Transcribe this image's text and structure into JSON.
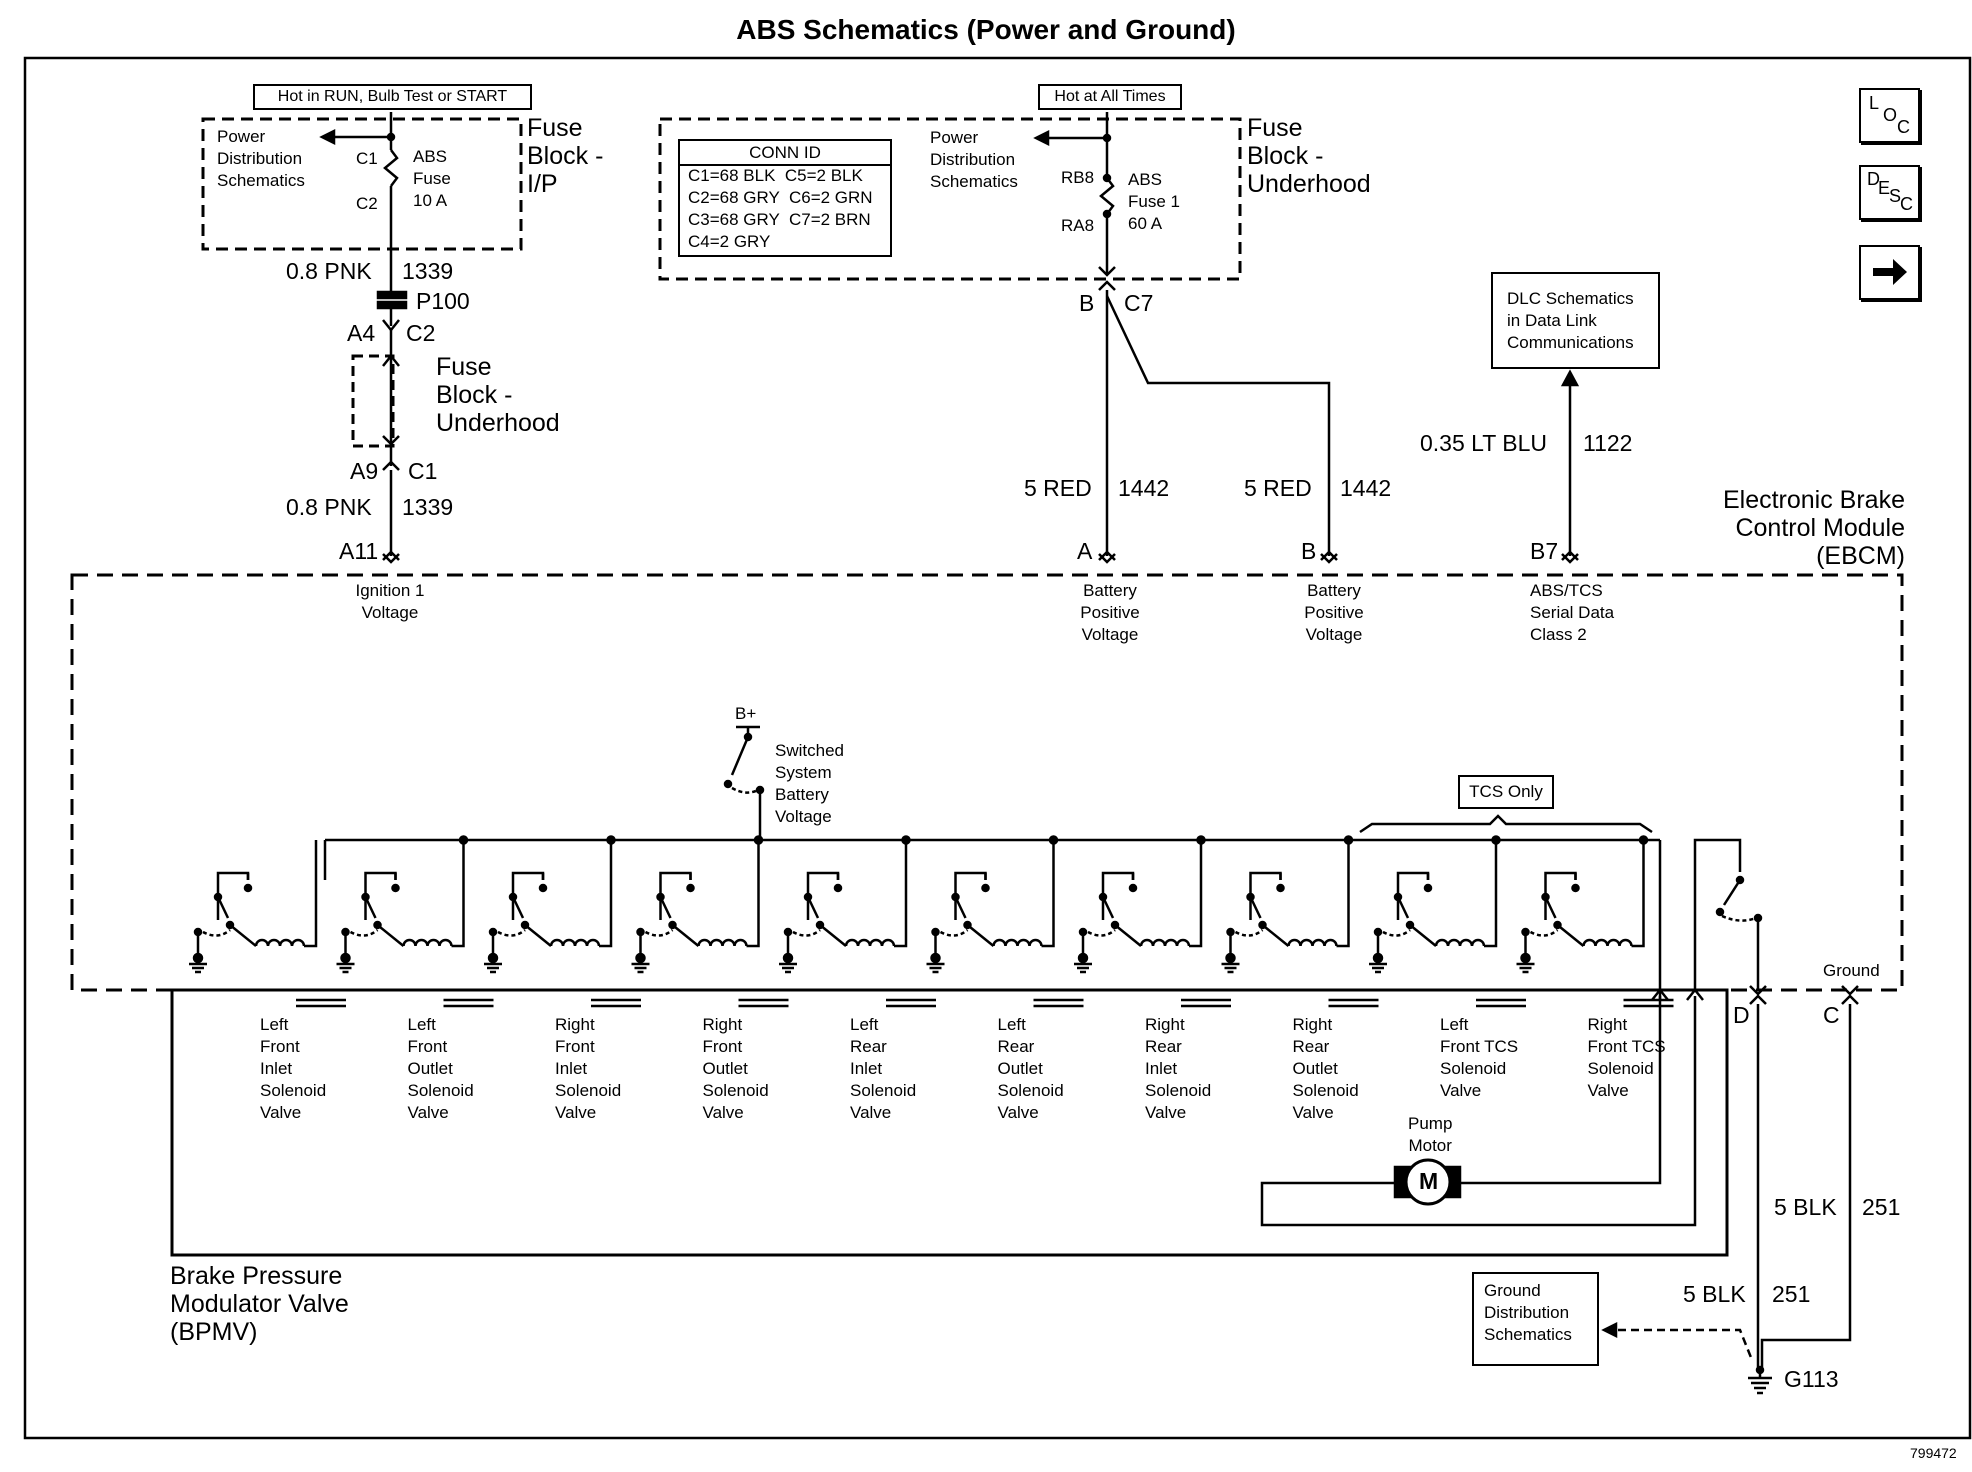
{
  "title": "ABS Schematics (Power and Ground)",
  "figure_id": "799472",
  "nav": {
    "loc": [
      "L",
      "O",
      "C"
    ],
    "desc": [
      "D",
      "E",
      "S",
      "C"
    ],
    "next_icon": "right-arrow-icon"
  },
  "fuse_block_ip": {
    "hot_label": "Hot in RUN, Bulb Test or START",
    "name": "Fuse\nBlock -\nI/P",
    "power_dist": "Power\nDistribution\nSchematics",
    "pin_c1": "C1",
    "pin_c2": "C2",
    "fuse": "ABS\nFuse\n10 A"
  },
  "conn_id": {
    "header": "CONN ID",
    "rows": [
      "C1=68 BLK  C5=2 BLK",
      "C2=68 GRY  C6=2 GRN",
      "C3=68 GRY  C7=2 BRN",
      "C4=2 GRY"
    ]
  },
  "fuse_block_underhood_main": {
    "hot_label": "Hot at All Times",
    "name": "Fuse\nBlock -\nUnderhood",
    "power_dist": "Power\nDistribution\nSchematics",
    "pin_rb8": "RB8",
    "pin_ra8": "RA8",
    "fuse": "ABS\nFuse 1\n60 A",
    "conn_b": "B",
    "conn_c7": "C7"
  },
  "wires": {
    "w1_size": "0.8 PNK",
    "w1_circuit": "1339",
    "p100": "P100",
    "a4": "A4",
    "c2": "C2",
    "fb_underhood2": "Fuse\nBlock -\nUnderhood",
    "a9": "A9",
    "c1": "C1",
    "w2_size": "0.8 PNK",
    "w2_circuit": "1339",
    "a11": "A11",
    "red1_size": "5 RED",
    "red1_circuit": "1442",
    "red2_size": "5 RED",
    "red2_circuit": "1442",
    "blu_size": "0.35 LT BLU",
    "blu_circuit": "1122",
    "pin_a": "A",
    "pin_b": "B",
    "pin_b7": "B7",
    "blk1_size": "5 BLK",
    "blk1_circuit": "251",
    "blk2_size": "5 BLK",
    "blk2_circuit": "251",
    "pin_d": "D",
    "pin_c": "C",
    "ground_label": "Ground",
    "g113": "G113"
  },
  "dlc": "DLC Schematics\nin Data Link\nCommunications",
  "ebcm": {
    "name": "Electronic Brake\nControl Module\n(EBCM)",
    "pins": [
      "Ignition 1\nVoltage",
      "Battery\nPositive\nVoltage",
      "Battery\nPositive\nVoltage",
      "ABS/TCS\nSerial Data\nClass 2"
    ],
    "b_plus": "B+",
    "switched": "Switched\nSystem\nBattery\nVoltage",
    "tcs_only": "TCS Only"
  },
  "bpmv": {
    "name": "Brake Pressure\nModulator Valve\n(BPMV)",
    "valves": [
      "Left\nFront\nInlet\nSolenoid\nValve",
      "Left\nFront\nOutlet\nSolenoid\nValve",
      "Right\nFront\nInlet\nSolenoid\nValve",
      "Right\nFront\nOutlet\nSolenoid\nValve",
      "Left\nRear\nInlet\nSolenoid\nValve",
      "Left\nRear\nOutlet\nSolenoid\nValve",
      "Right\nRear\nInlet\nSolenoid\nValve",
      "Right\nRear\nOutlet\nSolenoid\nValve",
      "Left\nFront TCS\nSolenoid\nValve",
      "Right\nFront TCS\nSolenoid\nValve"
    ],
    "pump": "Pump\nMotor",
    "motor_symbol": "M"
  },
  "ground_dist": "Ground\nDistribution\nSchematics"
}
